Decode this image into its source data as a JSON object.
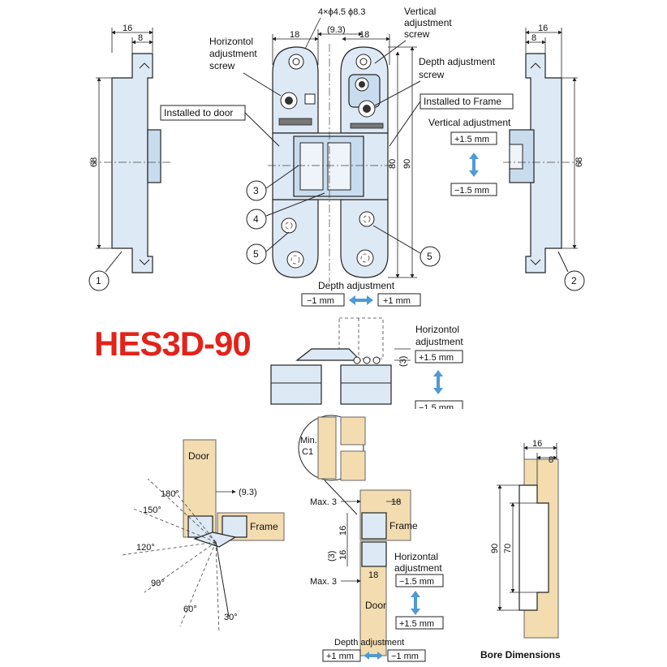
{
  "title": "HES3D-90",
  "labels": {
    "screw_holes": "4×ϕ4.5  ϕ8.3",
    "vertical_screw": [
      "Vertical",
      "adjustment",
      "screw"
    ],
    "horizontal_screw": [
      "Horizontol",
      "adjustment",
      "screw"
    ],
    "depth_screw": [
      "Depth adjustment",
      "screw"
    ],
    "installed_door": "Installed to door",
    "installed_frame": "Installed to Frame",
    "vertical_adjustment": "Vertical adjustment",
    "depth_adjustment": "Depth adjustment",
    "horizontal_adjustment_1": [
      "Horizontol",
      "adjustment"
    ],
    "horizontal_adjustment_2": [
      "Horizontal",
      "adjustment"
    ],
    "door": "Door",
    "frame": "Frame",
    "min_c1": [
      "Min.",
      "C1"
    ],
    "max3": "Max. 3",
    "bore_dimensions": "Bore Dimensions"
  },
  "values": {
    "plus15": "+1.5 mm",
    "minus15": "−1.5 mm",
    "minus1": "−1 mm",
    "plus1": "+1 mm"
  },
  "dims": {
    "d16": "16",
    "d8": "8",
    "d18": "18",
    "d93": "(9.3)",
    "d68": "68",
    "d80": "80",
    "d90": "90",
    "d70": "70",
    "d3": "(3)",
    "d16b": "16"
  },
  "callouts": [
    "1",
    "2",
    "3",
    "4",
    "5"
  ],
  "angles": [
    "180°",
    "150°",
    "120°",
    "90°",
    "60°",
    "30°"
  ],
  "colors": {
    "title": "#e2231a",
    "part": "#dde9f5",
    "wood": "#f3dcb0",
    "arrow": "#4f9ad6"
  }
}
